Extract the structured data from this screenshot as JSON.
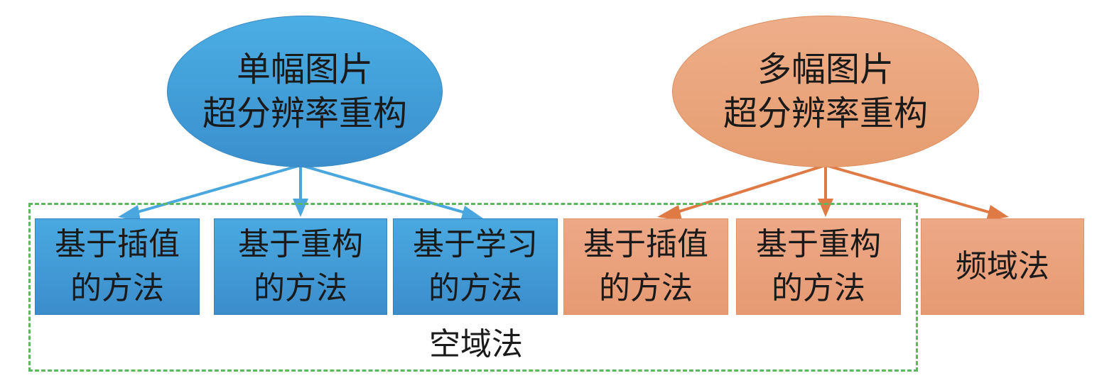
{
  "root_single": {
    "line1": "单幅图片",
    "line2": "超分辨率重构",
    "color": "#4aa6df"
  },
  "root_multi": {
    "line1": "多幅图片",
    "line2": "超分辨率重构",
    "color": "#eaa47c"
  },
  "single_methods": [
    {
      "line1": "基于插值",
      "line2": "的方法"
    },
    {
      "line1": "基于重构",
      "line2": "的方法"
    },
    {
      "line1": "基于学习",
      "line2": "的方法"
    }
  ],
  "multi_methods": [
    {
      "line1": "基于插值",
      "line2": "的方法"
    },
    {
      "line1": "基于重构",
      "line2": "的方法"
    },
    {
      "line1": "频域法"
    }
  ],
  "spatial_group": {
    "label": "空域法",
    "border_color": "#5cb85c"
  },
  "arrow_colors": {
    "blue": "#4aa6df",
    "orange": "#e07a45"
  }
}
